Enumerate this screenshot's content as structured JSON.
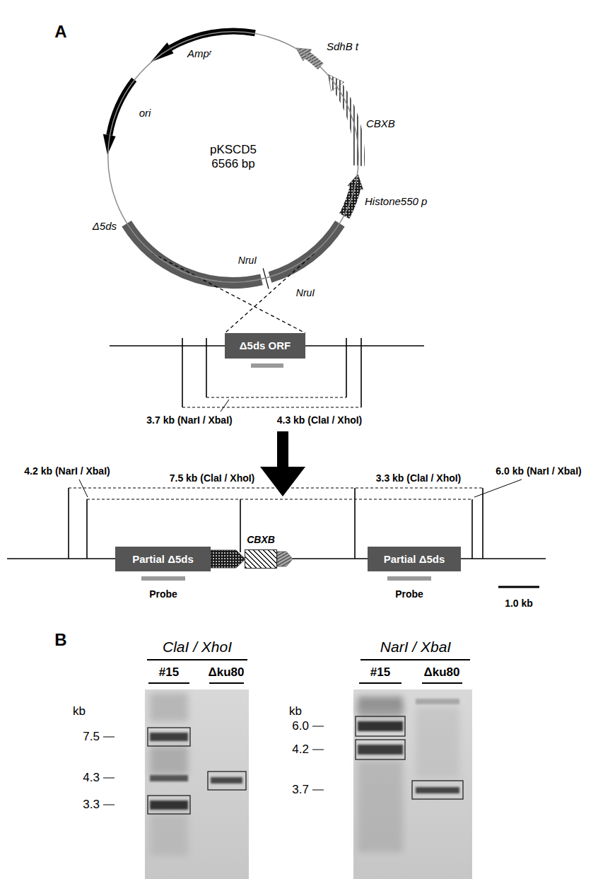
{
  "diagram": {
    "nodes": [
      {
        "text": [
          "pKSCD5",
          "6566 bp"
        ]
      },
      {
        "text": [
          "Δ5ds ORF"
        ]
      },
      {
        "text": [
          "Partial Δ5ds"
        ]
      },
      {
        "text": [
          "CBXB"
        ]
      },
      {
        "text": [
          "Partial Δ5ds"
        ]
      }
    ],
    "edges": [
      {
        "from": 0,
        "to": 1,
        "arrow": "none"
      },
      {
        "from": 0,
        "to": 1,
        "arrow": "none"
      }
    ],
    "labels": [
      "A",
      "Ampʳ",
      "SdhB t",
      "ori",
      "CBXB",
      "Histone550 p",
      "Δ5ds",
      "NruI",
      "NruI",
      "3.7 kb (NarI / XbaI)",
      "4.3 kb (ClaI / XhoI)",
      "4.2 kb (NarI / XbaI)",
      "7.5 kb (ClaI / XhoI)",
      "3.3 kb (ClaI / XhoI)",
      "6.0 kb (NarI / XbaI)",
      "Probe",
      "Probe",
      "1.0 kb",
      "B",
      "ClaI / XhoI",
      "NarI / XbaI",
      "#15",
      "Δku80",
      "#15",
      "Δku80",
      "kb",
      "7.5",
      "4.3",
      "3.3",
      "kb",
      "6.0",
      "4.2",
      "3.7"
    ]
  }
}
